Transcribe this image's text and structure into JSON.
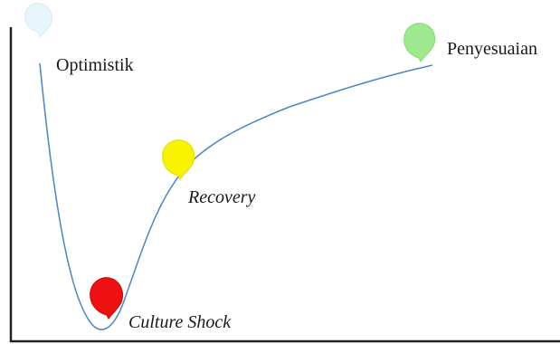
{
  "diagram": {
    "curve_color": "#4a86c5",
    "axis_color": "#222222",
    "stages": [
      {
        "id": "optimistik",
        "label": "Optimistik",
        "marker_color": "#e6f6fb",
        "italic": false
      },
      {
        "id": "culture-shock",
        "label": "Culture Shock",
        "marker_color": "#ee1111",
        "italic": true
      },
      {
        "id": "recovery",
        "label": "Recovery",
        "marker_color": "#f8f400",
        "italic": true
      },
      {
        "id": "penyesuaian",
        "label": "Penyesuaian",
        "marker_color": "#9ee88e",
        "italic": false
      }
    ]
  }
}
